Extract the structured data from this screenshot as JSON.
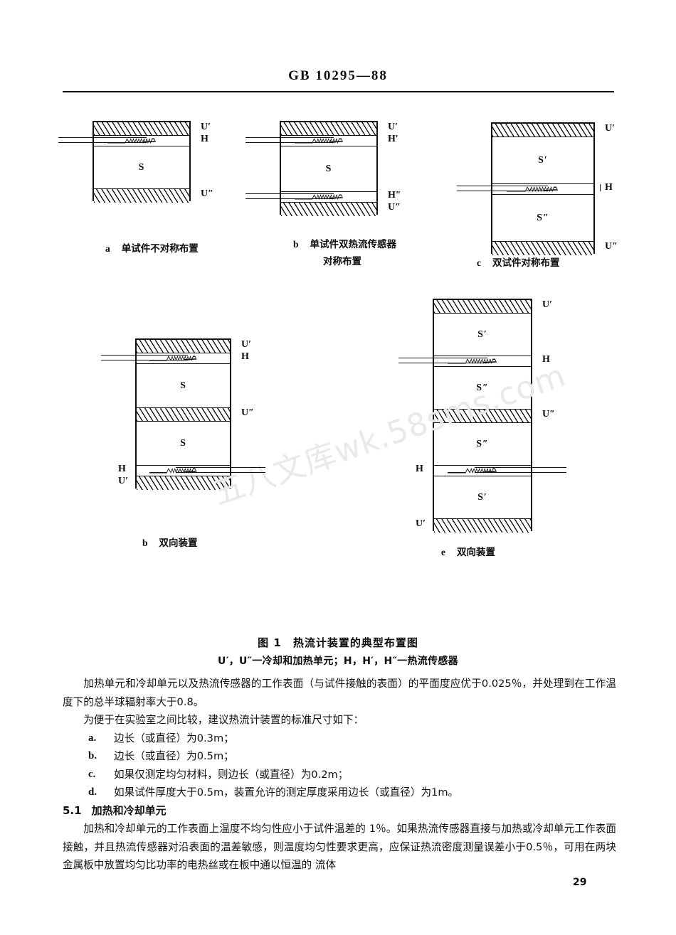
{
  "header": {
    "standard_id": "GB 10295—88"
  },
  "watermark": {
    "text": "五八文库wk.58sms.com"
  },
  "figure": {
    "title": "图 1　热流计装置的典型布置图",
    "legend": "U′，U″一冷却和加热单元；H，H′，H″一热流传感器",
    "diagrams": [
      {
        "key": "a",
        "letter": "a",
        "caption": "单试件不对称布置",
        "caption_line2": "",
        "layers": [
          {
            "type": "unit",
            "label": "U′",
            "side": "right"
          },
          {
            "type": "sensor",
            "label": "H",
            "side": "right"
          },
          {
            "type": "sample",
            "label": "S",
            "side": "center"
          },
          {
            "type": "unit",
            "label": "U″",
            "side": "right"
          }
        ]
      },
      {
        "key": "b",
        "letter": "b",
        "caption": "单试件双热流传感器",
        "caption_line2": "对称布置",
        "layers": [
          {
            "type": "unit",
            "label": "U′",
            "side": "right"
          },
          {
            "type": "sensor",
            "label": "H′",
            "side": "right"
          },
          {
            "type": "sample",
            "label": "S",
            "side": "center"
          },
          {
            "type": "sensor",
            "label": "H″",
            "side": "right"
          },
          {
            "type": "unit",
            "label": "U″",
            "side": "right"
          }
        ]
      },
      {
        "key": "c",
        "letter": "c",
        "caption": "双试件对称布置",
        "caption_line2": "",
        "layers": [
          {
            "type": "unit",
            "label": "U′",
            "side": "right"
          },
          {
            "type": "sample",
            "label": "S′",
            "side": "center"
          },
          {
            "type": "sensor",
            "label": "H",
            "side": "right"
          },
          {
            "type": "sample",
            "label": "S″",
            "side": "center"
          },
          {
            "type": "unit",
            "label": "U″",
            "side": "right"
          }
        ]
      },
      {
        "key": "d",
        "letter": "b",
        "caption": "双向装置",
        "caption_line2": "",
        "layers": [
          {
            "type": "unit",
            "label": "U′",
            "side": "right"
          },
          {
            "type": "sensor",
            "label": "H",
            "side": "right"
          },
          {
            "type": "sample",
            "label": "S",
            "side": "center"
          },
          {
            "type": "unit",
            "label": "U″",
            "side": "right"
          },
          {
            "type": "sample",
            "label": "S",
            "side": "center"
          },
          {
            "type": "sensor",
            "label": "H",
            "side": "left"
          },
          {
            "type": "unit",
            "label": "U′",
            "side": "left"
          }
        ]
      },
      {
        "key": "e",
        "letter": "e",
        "caption": "双向装置",
        "caption_line2": "",
        "layers": [
          {
            "type": "unit",
            "label": "U′",
            "side": "right"
          },
          {
            "type": "sample",
            "label": "S′",
            "side": "center"
          },
          {
            "type": "sensor",
            "label": "H",
            "side": "right"
          },
          {
            "type": "sample",
            "label": "S″",
            "side": "center"
          },
          {
            "type": "unit",
            "label": "U″",
            "side": "right"
          },
          {
            "type": "sample",
            "label": "S″",
            "side": "center"
          },
          {
            "type": "sensor",
            "label": "H",
            "side": "left"
          },
          {
            "type": "sample",
            "label": "S′",
            "side": "center"
          },
          {
            "type": "unit",
            "label": "U′",
            "side": "left"
          }
        ]
      }
    ]
  },
  "body": {
    "para1": "加热单元和冷却单元以及热流传感器的工作表面（与试件接触的表面）的平面度应优于0.025％，并处理到在工作温度下的总半球辐射率大于0.8。",
    "para2": "为便于在实验室之间比较，建议热流计装置的标准尺寸如下：",
    "list": [
      {
        "marker": "a.",
        "text": "边长（或直径）为0.3m；"
      },
      {
        "marker": "b.",
        "text": "边长（或直径）为0.5m；"
      },
      {
        "marker": "c.",
        "text": "如果仅测定均匀材料，则边长（或直径）为0.2m；"
      },
      {
        "marker": "d.",
        "text": "如果试件厚度大于0.5m，装置允许的测定厚度采用边长（或直径）为1m。"
      }
    ],
    "section": {
      "number": "5.1",
      "title": "加热和冷却单元",
      "para": "加热和冷却单元的工作表面上温度不均匀性应小于试件温差的 1％。如果热流传感器直接与加热或冷却单元工作表面接触，并且热流传感器对沿表面的温差敏感，则温度均匀性要求更高，应保证热流密度测量误差小于0.5％，可用在两块金属板中放置均匀比功率的电热丝或在板中通以恒温的 流体"
    }
  },
  "footer": {
    "page_number": "29"
  }
}
